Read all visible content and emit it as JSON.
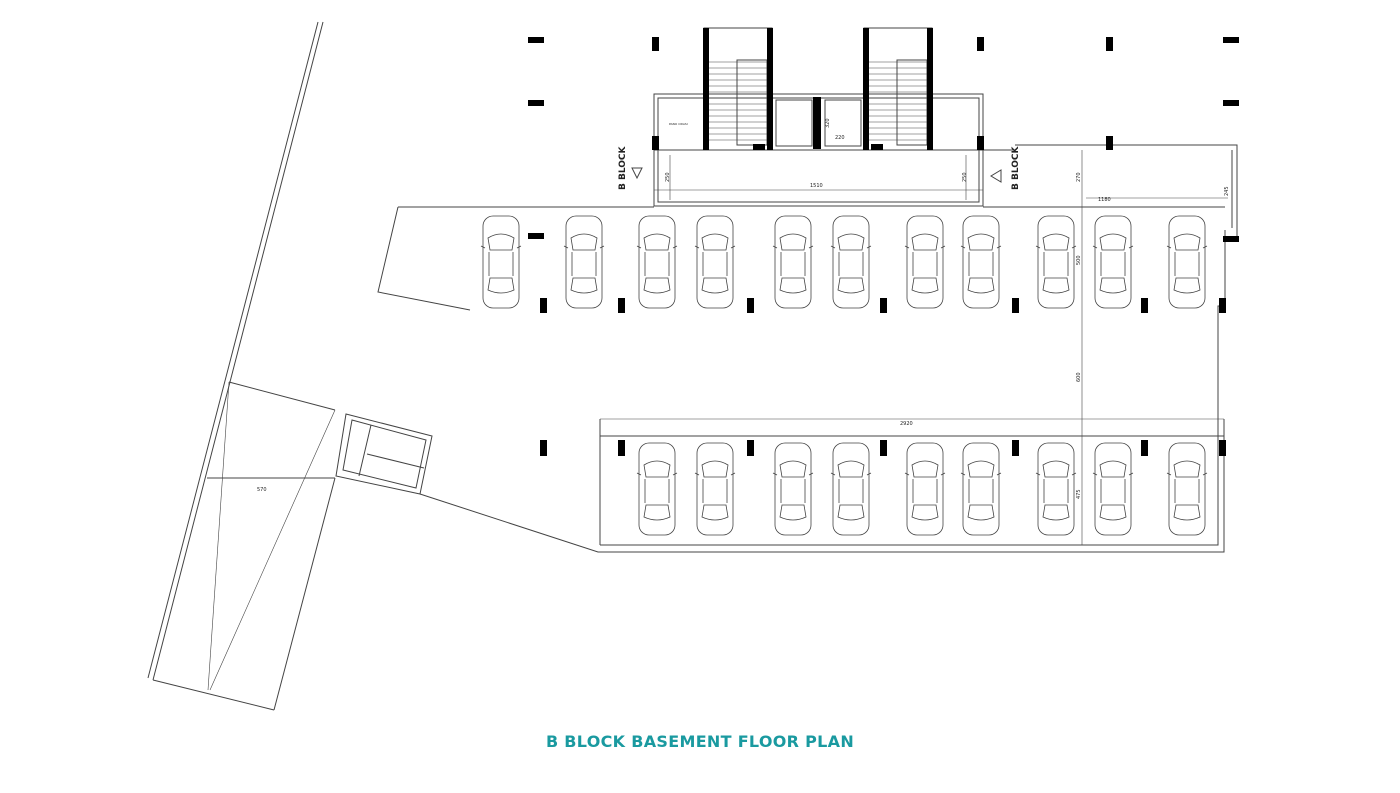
{
  "caption": {
    "text": "B BLOCK BASEMENT FLOOR PLAN",
    "color": "#1a9aa0"
  },
  "block_labels": {
    "left": "B BLOCK",
    "right": "B BLOCK"
  },
  "room_label": "PANO ODASI",
  "dimensions": {
    "stair_gap_vertical": "320",
    "stair_gap_horizontal": "220",
    "lobby_left_height": "250",
    "lobby_width": "1510",
    "lobby_right_height": "250",
    "east_wing_height": "270",
    "east_wing_width": "1180",
    "east_edge": "245",
    "row1_depth": "500",
    "aisle_width": "600",
    "row2_depth": "475",
    "lower_row_length": "2920",
    "ramp_width": "570"
  },
  "parking": {
    "row1_count": 11,
    "row2_count": 9
  },
  "colors": {
    "line": "#444444",
    "column": "#000000"
  }
}
